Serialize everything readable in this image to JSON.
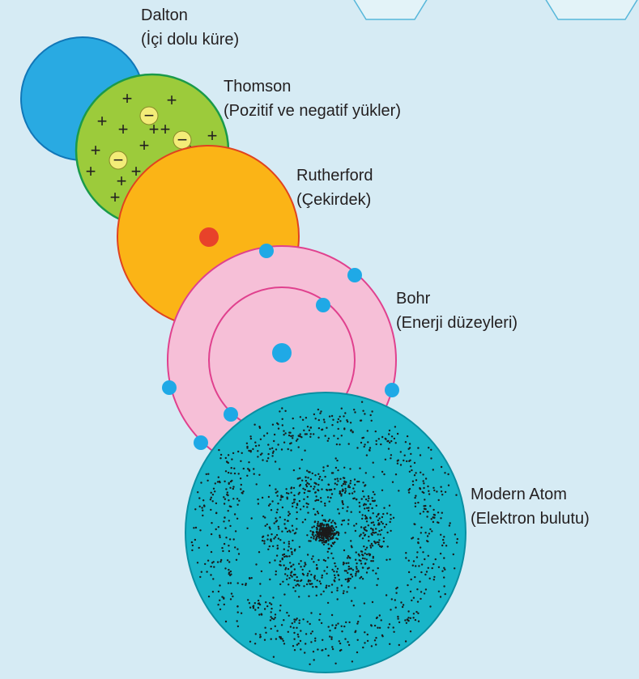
{
  "models": [
    {
      "id": "dalton",
      "name": "Dalton",
      "description": "(İçi dolu küre)",
      "fill": "#29aae2",
      "stroke": "#1177b8"
    },
    {
      "id": "thomson",
      "name": "Thomson",
      "description": "(Pozitif ve negatif yükler)",
      "fill": "#9ccb3b",
      "stroke": "#1a9a4a",
      "positive_symbol": "+",
      "negative_symbol": "−",
      "negative_fill": "#f3ec78"
    },
    {
      "id": "rutherford",
      "name": "Rutherford",
      "description": "(Çekirdek)",
      "fill": "#fbb416",
      "stroke": "#e0431f",
      "nucleus_fill": "#e8422a"
    },
    {
      "id": "bohr",
      "name": "Bohr",
      "description": "(Enerji düzeyleri)",
      "fill": "#f6bfd7",
      "stroke": "#e0418e",
      "electron_fill": "#1fa9e6"
    },
    {
      "id": "modern",
      "name": "Modern Atom",
      "description": "(Elektron bulutu)",
      "fill": "#19b5c8",
      "stroke": "#0b8fa2",
      "dot_color": "#1b1b1b"
    }
  ],
  "colors": {
    "background": "#d6ebf4",
    "text": "#231f20"
  }
}
